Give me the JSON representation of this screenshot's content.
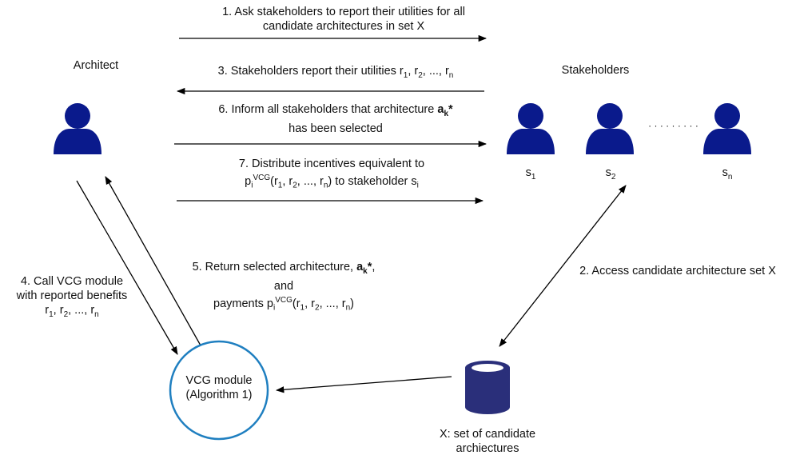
{
  "colors": {
    "person": "#0a1a8c",
    "database": "#2a2f7a",
    "module_ring": "#1f7fc0",
    "arrow": "#000000"
  },
  "actors": {
    "architect": "Architect",
    "stakeholders": "Stakeholders",
    "s1": "s",
    "s1_sub": "1",
    "s2": "s",
    "s2_sub": "2",
    "sn": "s",
    "sn_sub": "n",
    "ellipsis": "· · · · · · · · ·"
  },
  "module": {
    "line1": "VCG module",
    "line2": "(Algorithm 1)"
  },
  "database": {
    "line1": "X: set of candidate",
    "line2": "archiectures"
  },
  "steps": {
    "step1_line1": "1. Ask stakeholders to report their utilities for all",
    "step1_line2": "candidate architectures in set X",
    "step2": "2. Access candidate architecture set X",
    "step3_prefix": "3. Stakeholders report their utilities r",
    "step6_line1_prefix": "6.  Inform all stakeholders that architecture ",
    "step6_bold": "a",
    "step6_line2": "has been selected",
    "step7_line1": "7. Distribute incentives equivalent to",
    "step5_line1_prefix": "5. Return selected architecture, ",
    "step5_line2": "and",
    "step5_line3_prefix": "payments p",
    "step4_line1": "4. Call VCG module",
    "step4_line2": "with reported benefits"
  }
}
